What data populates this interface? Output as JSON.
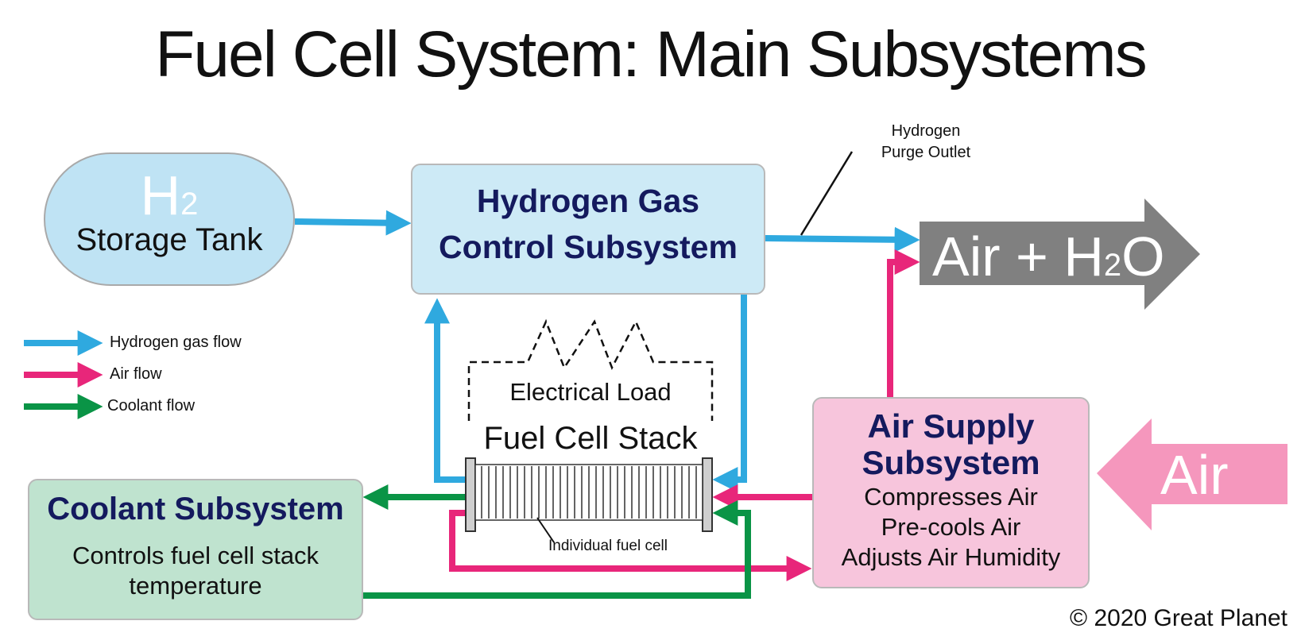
{
  "title": "Fuel Cell System: Main Subsystems",
  "tank": {
    "symbol": "H",
    "subscript": "2",
    "label": "Storage Tank"
  },
  "hydrogen_subsystem": {
    "line1": "Hydrogen Gas",
    "line2": "Control Subsystem"
  },
  "purge_label": {
    "line1": "Hydrogen",
    "line2": "Purge Outlet"
  },
  "exhaust": {
    "part1": "Air + H",
    "subscript": "2",
    "part2": "O"
  },
  "air_in": "Air",
  "air_subsystem": {
    "line1": "Air Supply",
    "line2": "Subsystem",
    "desc": [
      "Compresses Air",
      "Pre-cools Air",
      "Adjusts Air Humidity"
    ]
  },
  "coolant_subsystem": {
    "line1": "Coolant Subsystem",
    "desc1": "Controls fuel cell stack",
    "desc2": "temperature"
  },
  "electrical_load": "Electrical Load",
  "stack_label": "Fuel Cell Stack",
  "cell_label": "Individual fuel cell",
  "legend": [
    {
      "label": "Hydrogen gas flow",
      "color": "#2fa9df"
    },
    {
      "label": "Air flow",
      "color": "#e8267a"
    },
    {
      "label": "Coolant flow",
      "color": "#0a9446"
    }
  ],
  "colors": {
    "hydrogen": "#2fa9df",
    "air": "#e8267a",
    "coolant": "#0a9446",
    "exhaust": "#808080",
    "air_in": "#f597bd"
  },
  "copyright": "© 2020 Great Planet"
}
